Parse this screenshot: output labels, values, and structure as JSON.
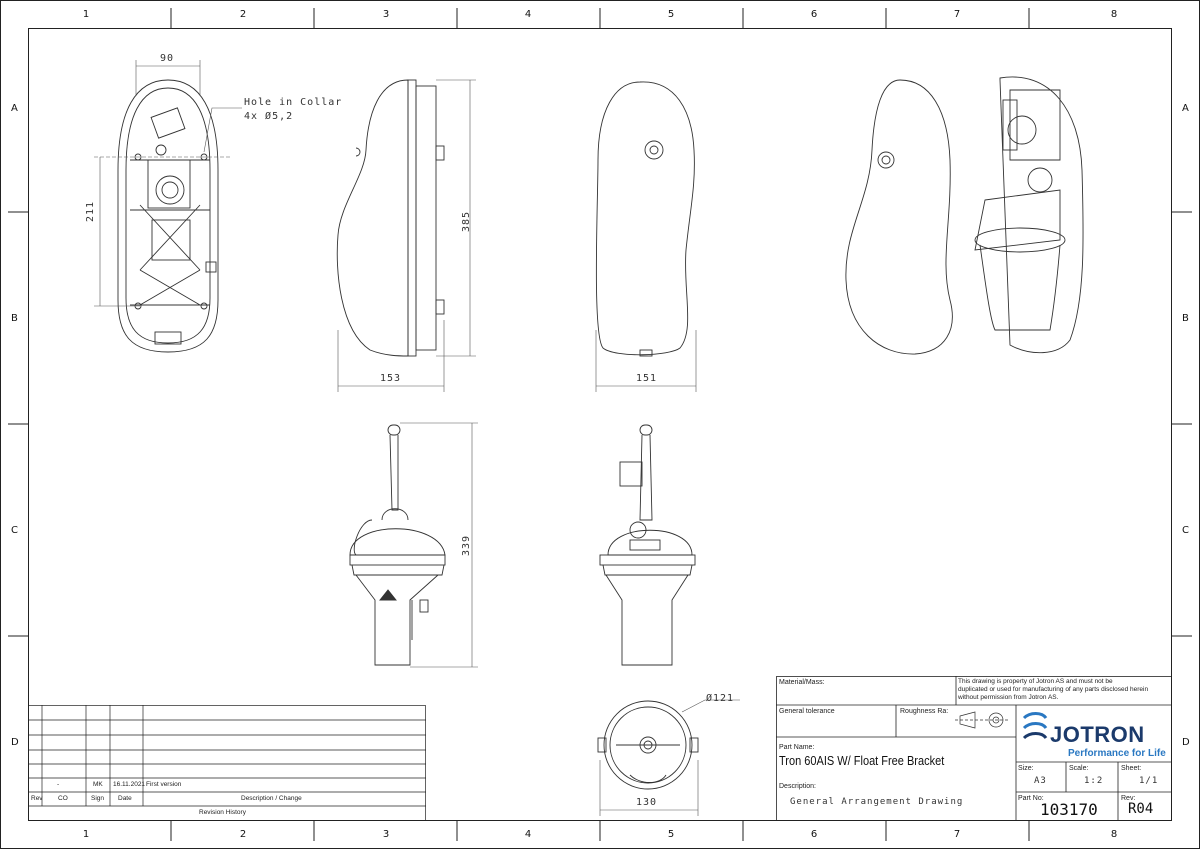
{
  "zones": {
    "columns": [
      "1",
      "2",
      "3",
      "4",
      "5",
      "6",
      "7",
      "8"
    ],
    "rows": [
      "A",
      "B",
      "C",
      "D"
    ]
  },
  "annotations": {
    "hole_label": "Hole in Collar",
    "hole_spec": "4x Ø5,2"
  },
  "dimensions": {
    "width_top": "90",
    "height_left": "211",
    "height_side": "385",
    "width_side": "153",
    "width_front": "151",
    "height_unit": "339",
    "diameter": "Ø121",
    "width_bottom": "130"
  },
  "revision_history": {
    "headers": [
      "Rev",
      "CO",
      "Sign",
      "Date",
      "Description / Change"
    ],
    "row": {
      "rev": "",
      "co": "-",
      "sign": "MK",
      "date": "16.11.2021",
      "description": "First version"
    },
    "title": "Revision History"
  },
  "title_block": {
    "material_label": "Material/Mass:",
    "notice": [
      "This drawing is property of Jotron AS and must not be",
      "duplicated or used for manufacturing of any parts disclosed herein",
      "without permission from Jotron AS."
    ],
    "tolerance_label": "General tolerance",
    "roughness_label": "Roughness Ra:",
    "part_name_label": "Part Name:",
    "part_name": "Tron 60AIS W/ Float Free Bracket",
    "description_label": "Description:",
    "description": "General Arrangement Drawing",
    "size_label": "Size:",
    "size": "A3",
    "scale_label": "Scale:",
    "scale": "1:2",
    "sheet_label": "Sheet:",
    "sheet": "1/1",
    "part_no_label": "Part No:",
    "part_no": "103170",
    "rev_label": "Rev:",
    "rev": "R04",
    "brand": "JOTRON",
    "slogan": "Performance for Life",
    "logo_color": "#1b3a6b",
    "slogan_color": "#2a78c2"
  }
}
